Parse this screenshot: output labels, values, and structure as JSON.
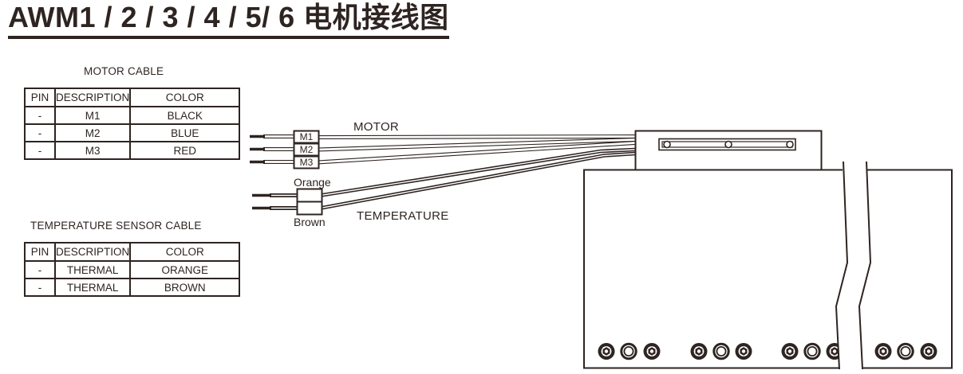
{
  "title": "AWM1 / 2 / 3 / 4 / 5/ 6 电机接线图",
  "colors": {
    "ink": "#2e2421",
    "background": "#ffffff"
  },
  "motor_table": {
    "caption": "MOTOR CABLE",
    "headers": [
      "PIN",
      "DESCRIPTION",
      "COLOR"
    ],
    "rows": [
      [
        "-",
        "M1",
        "BLACK"
      ],
      [
        "-",
        "M2",
        "BLUE"
      ],
      [
        "-",
        "M3",
        "RED"
      ]
    ]
  },
  "temp_table": {
    "caption": "TEMPERATURE SENSOR CABLE",
    "headers": [
      "PIN",
      "DESCRIPTION",
      "COLOR"
    ],
    "rows": [
      [
        "-",
        "THERMAL",
        "ORANGE"
      ],
      [
        "-",
        "THERMAL",
        "BROWN"
      ]
    ]
  },
  "diagram": {
    "motor_group_label": "MOTOR",
    "temperature_group_label": "TEMPERATURE",
    "wire_tags": [
      "M1",
      "M2",
      "M3"
    ],
    "orange_label": "Orange",
    "brown_label": "Brown"
  }
}
